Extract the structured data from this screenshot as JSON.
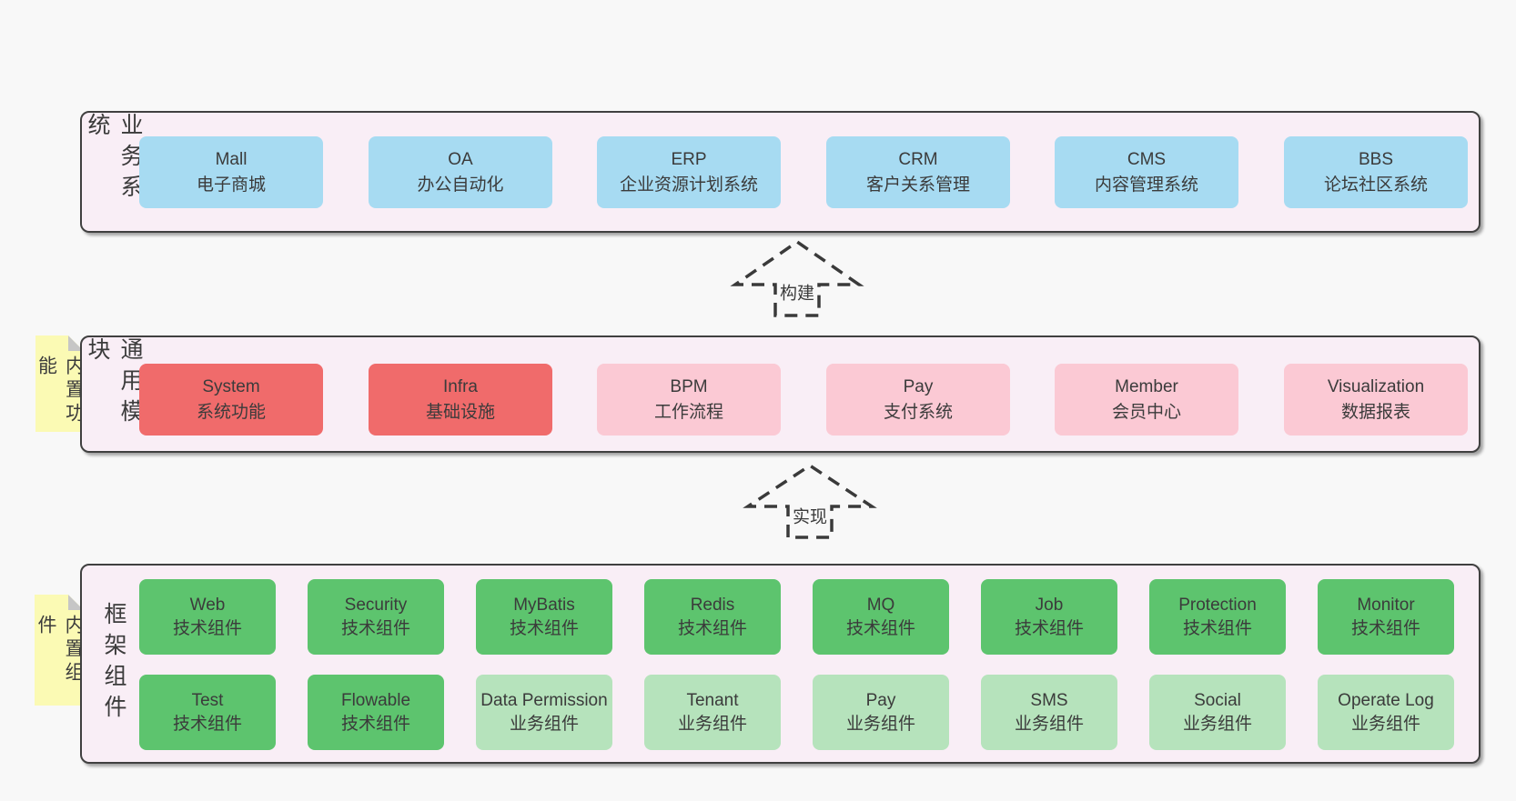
{
  "colors": {
    "page_bg": "#f8f8f8",
    "band_bg": "#f9eef6",
    "band_border": "#404040",
    "blue_box": "#a7dbf2",
    "red_box": "#f06b6b",
    "pink_box": "#fbc9d4",
    "green_box": "#5dc46e",
    "light_green_box": "#b6e3bc",
    "note_bg": "#fbfab4",
    "note_fold": "#c6c6c6",
    "text": "#3b3b3b"
  },
  "arrows": [
    {
      "label": "构建"
    },
    {
      "label": "实现"
    }
  ],
  "bands": [
    {
      "label": "业务系统",
      "boxes": [
        {
          "name": "Mall",
          "desc": "电子商城"
        },
        {
          "name": "OA",
          "desc": "办公自动化"
        },
        {
          "name": "ERP",
          "desc": "企业资源计划系统"
        },
        {
          "name": "CRM",
          "desc": "客户关系管理"
        },
        {
          "name": "CMS",
          "desc": "内容管理系统"
        },
        {
          "name": "BBS",
          "desc": "论坛社区系统"
        }
      ]
    },
    {
      "label": "通用模块",
      "note": "内置功能",
      "boxes": [
        {
          "name": "System",
          "desc": "系统功能"
        },
        {
          "name": "Infra",
          "desc": "基础设施"
        },
        {
          "name": "BPM",
          "desc": "工作流程"
        },
        {
          "name": "Pay",
          "desc": "支付系统"
        },
        {
          "name": "Member",
          "desc": "会员中心"
        },
        {
          "name": "Visualization",
          "desc": "数据报表"
        }
      ]
    },
    {
      "label": "框架组件",
      "note": "内置组件",
      "row1": [
        {
          "name": "Web",
          "desc": "技术组件"
        },
        {
          "name": "Security",
          "desc": "技术组件"
        },
        {
          "name": "MyBatis",
          "desc": "技术组件"
        },
        {
          "name": "Redis",
          "desc": "技术组件"
        },
        {
          "name": "MQ",
          "desc": "技术组件"
        },
        {
          "name": "Job",
          "desc": "技术组件"
        },
        {
          "name": "Protection",
          "desc": "技术组件"
        },
        {
          "name": "Monitor",
          "desc": "技术组件"
        }
      ],
      "row2": [
        {
          "name": "Test",
          "desc": "技术组件"
        },
        {
          "name": "Flowable",
          "desc": "技术组件"
        },
        {
          "name": "Data Permission",
          "desc": "业务组件"
        },
        {
          "name": "Tenant",
          "desc": "业务组件"
        },
        {
          "name": "Pay",
          "desc": "业务组件"
        },
        {
          "name": "SMS",
          "desc": "业务组件"
        },
        {
          "name": "Social",
          "desc": "业务组件"
        },
        {
          "name": "Operate Log",
          "desc": "业务组件"
        }
      ]
    }
  ]
}
